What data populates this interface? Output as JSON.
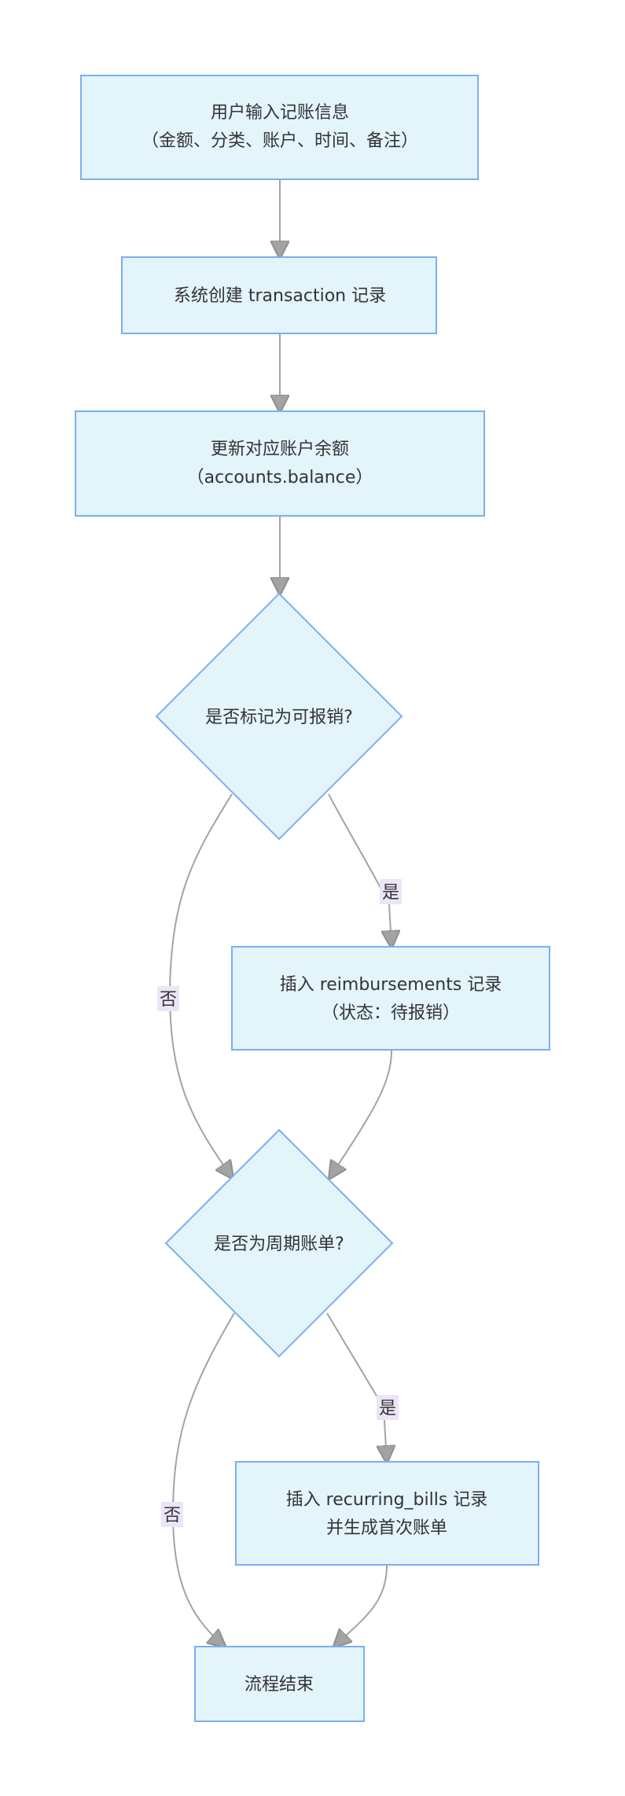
{
  "diagram": {
    "nodes": {
      "input": {
        "line1": "用户输入记账信息",
        "line2": "（金额、分类、账户、时间、备注）"
      },
      "create": {
        "line1": "系统创建 transaction 记录"
      },
      "balance": {
        "line1": "更新对应账户余额",
        "line2": "（accounts.balance）"
      },
      "reimb_q": {
        "line1": "是否标记为可报销?"
      },
      "reimb": {
        "line1": "插入 reimbursements 记录",
        "line2": "（状态：待报销）"
      },
      "recur_q": {
        "line1": "是否为周期账单?"
      },
      "recur": {
        "line1": "插入 recurring_bills 记录",
        "line2": "并生成首次账单"
      },
      "end": {
        "line1": "流程结束"
      }
    },
    "edge_labels": {
      "reimb_yes": "是",
      "reimb_no": "否",
      "recur_yes": "是",
      "recur_no": "否"
    },
    "colors": {
      "node_fill": "#e3f4fb",
      "node_stroke": "#7baef3",
      "edge": "#a3a3a3",
      "label_bg": "#ece4f8"
    }
  }
}
